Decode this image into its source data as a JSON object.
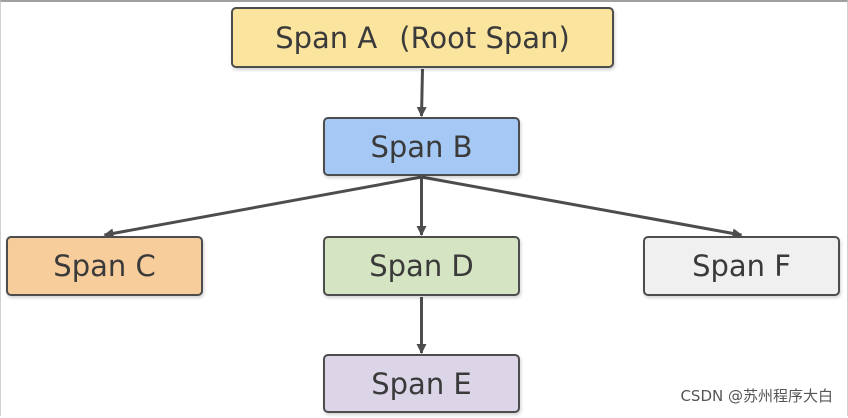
{
  "colors": {
    "span_a": "#fbe49d",
    "span_b": "#a6c8f4",
    "span_c": "#f7cd9c",
    "span_d": "#d5e4c2",
    "span_e": "#dcd5e8",
    "span_f": "#f0f0f0",
    "stroke": "#4d4d4d"
  },
  "nodes": {
    "a": {
      "label": "Span A",
      "sub": "(Root Span)"
    },
    "b": {
      "label": "Span B"
    },
    "c": {
      "label": "Span C"
    },
    "d": {
      "label": "Span D"
    },
    "e": {
      "label": "Span E"
    },
    "f": {
      "label": "Span F"
    }
  },
  "edges": [
    {
      "from": "a",
      "to": "b"
    },
    {
      "from": "b",
      "to": "c"
    },
    {
      "from": "b",
      "to": "d"
    },
    {
      "from": "b",
      "to": "f"
    },
    {
      "from": "d",
      "to": "e"
    }
  ],
  "watermark": "CSDN @苏州程序大白"
}
